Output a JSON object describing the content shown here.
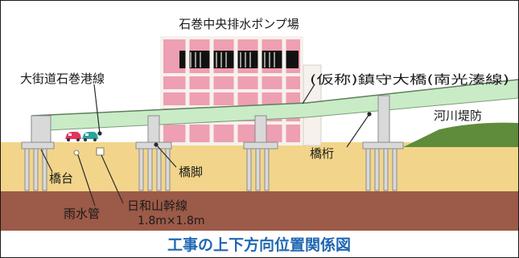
{
  "diagram": {
    "caption": "工事の上下方向位置関係図",
    "labels": {
      "pump_station": "石巻中央排水ポンプ場",
      "road": "大街道石巻港線",
      "bridge": "(仮称)鎮守大橋(南光湊線)",
      "levee": "河川堤防",
      "abutment": "橋台",
      "pier": "橋脚",
      "girder": "橋桁",
      "storm_pipe": "雨水管",
      "trunk_line": "日和山幹線",
      "trunk_size": "1.8m×1.8m"
    },
    "colors": {
      "sky": "#ffffff",
      "ground": "#f2d58a",
      "deep_ground": "#9c5a48",
      "bridge_deck": "#c9ecc7",
      "building_pink": "#ee9fb1",
      "building_frame": "#f6f1ec",
      "levee": "#5e8c3a",
      "caption": "#2068b3",
      "leader": "#2b2b2b",
      "car_red": "#e2335f",
      "car_teal": "#2aa39a"
    }
  }
}
